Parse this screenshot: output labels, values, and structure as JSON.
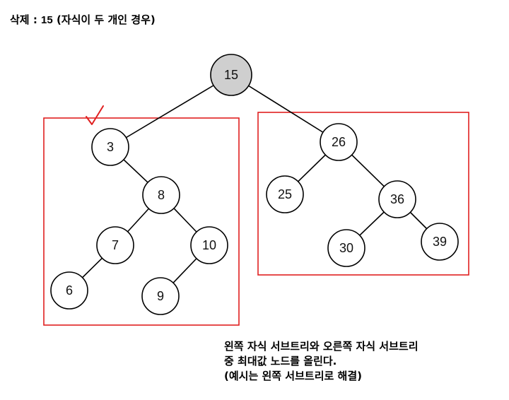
{
  "title": {
    "prefix": "삭제 : ",
    "key": "15",
    "suffix": " (자식이 두 개인 경우)"
  },
  "colors": {
    "box": "#e02020",
    "check": "#e02020",
    "root_fill": "#cfcfcf",
    "node_fill": "#ffffff",
    "stroke": "#000000"
  },
  "tree": {
    "nodes": [
      {
        "id": "n15",
        "label": "15",
        "highlight": true
      },
      {
        "id": "n3",
        "label": "3"
      },
      {
        "id": "n8",
        "label": "8"
      },
      {
        "id": "n7",
        "label": "7"
      },
      {
        "id": "n10",
        "label": "10"
      },
      {
        "id": "n6",
        "label": "6"
      },
      {
        "id": "n9",
        "label": "9"
      },
      {
        "id": "n26",
        "label": "26"
      },
      {
        "id": "n25",
        "label": "25"
      },
      {
        "id": "n36",
        "label": "36"
      },
      {
        "id": "n30",
        "label": "30"
      },
      {
        "id": "n39",
        "label": "39"
      }
    ],
    "edges": [
      [
        "n15",
        "n3"
      ],
      [
        "n15",
        "n26"
      ],
      [
        "n3",
        "n8"
      ],
      [
        "n8",
        "n7"
      ],
      [
        "n8",
        "n10"
      ],
      [
        "n7",
        "n6"
      ],
      [
        "n10",
        "n9"
      ],
      [
        "n26",
        "n25"
      ],
      [
        "n26",
        "n36"
      ],
      [
        "n36",
        "n30"
      ],
      [
        "n36",
        "n39"
      ]
    ]
  },
  "caption": {
    "line1": "왼쪽 자식 서브트리와 오른쪽 자식 서브트리",
    "line2": "중 최대값 노드를 올린다.",
    "line3": "(예시는 왼쪽 서브트리로 해결)"
  }
}
